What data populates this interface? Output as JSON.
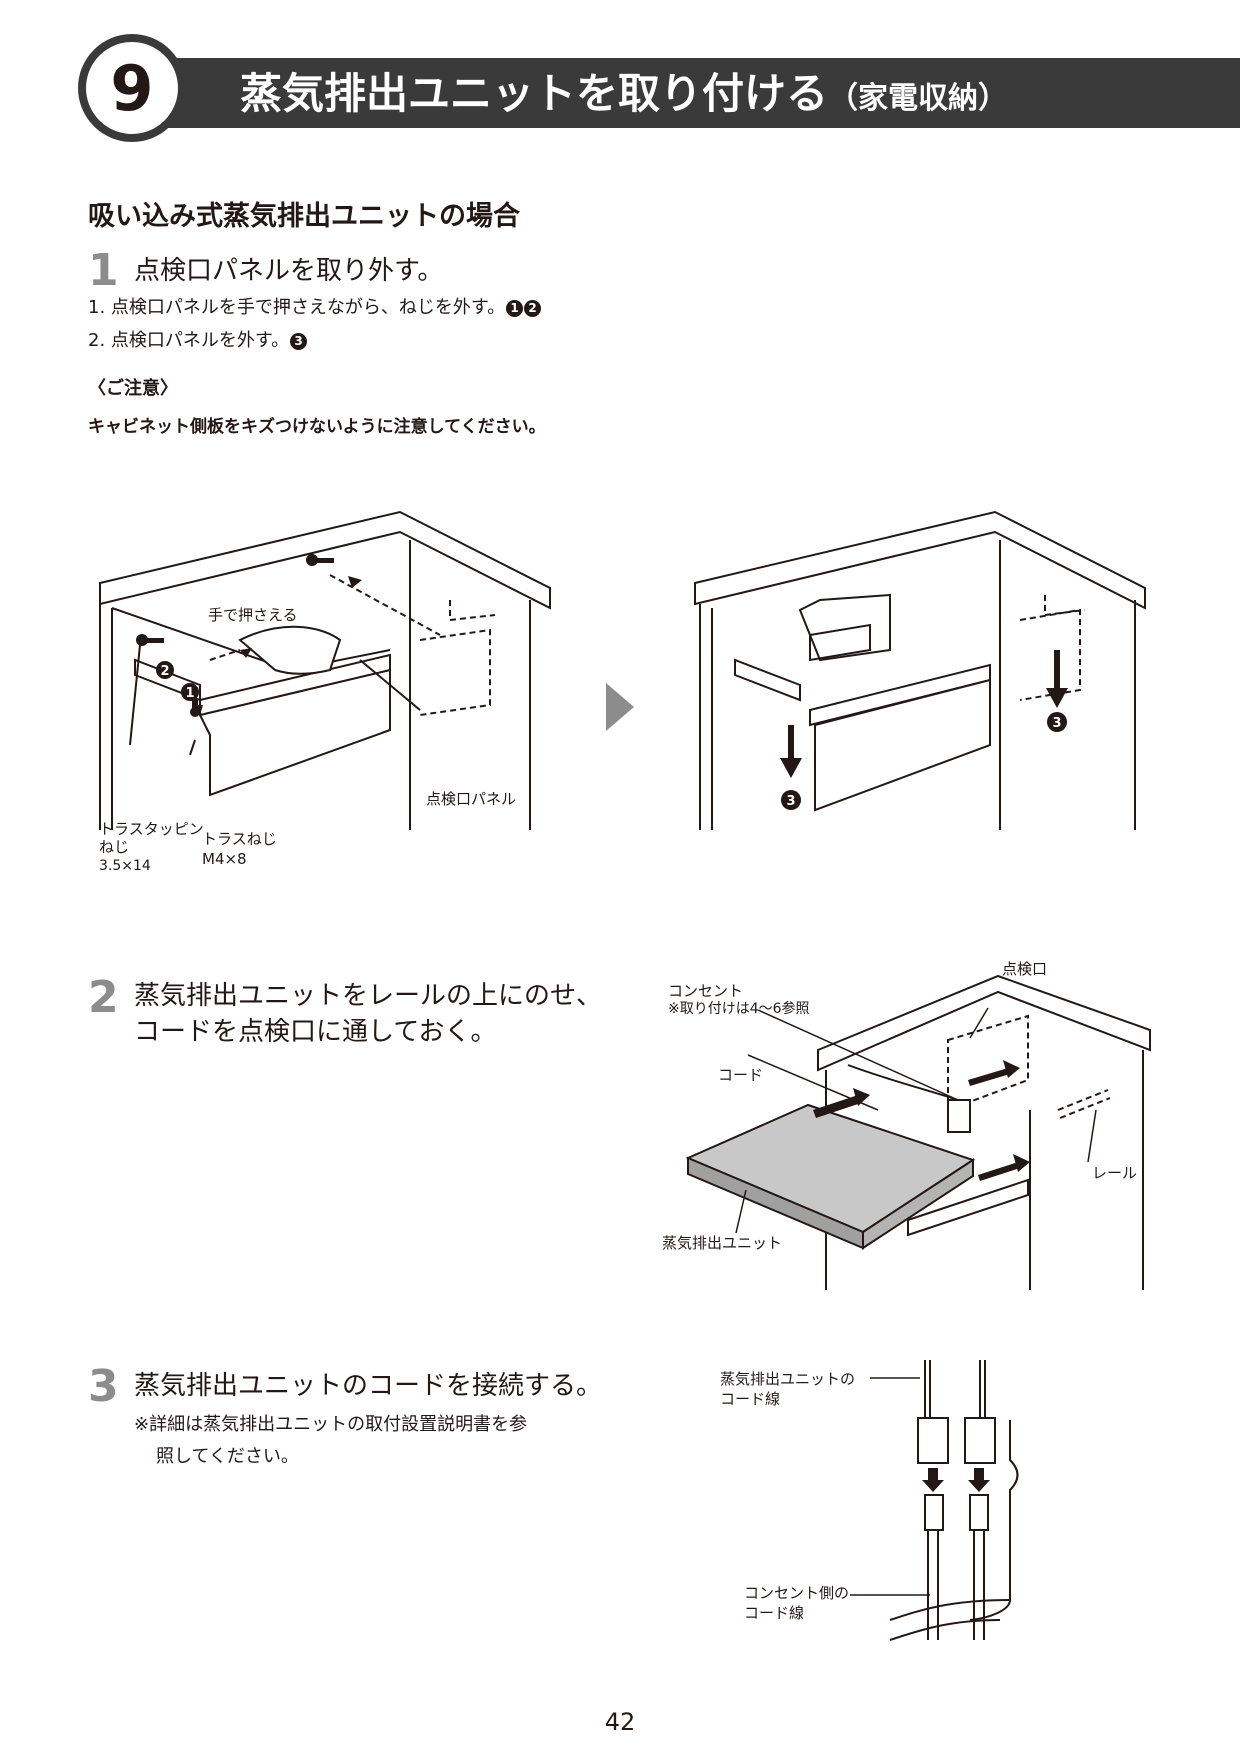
{
  "header": {
    "step_number": "9",
    "title": "蒸気排出ユニットを取り付ける",
    "title_sub": "（家電収納）"
  },
  "section_title": "吸い込み式蒸気排出ユニットの場合",
  "step1": {
    "number": "1",
    "title": "点検口パネルを取り外す。",
    "items": [
      {
        "text": "1. 点検口パネルを手で押さえながら、ねじを外す。",
        "badges": [
          "1",
          "2"
        ]
      },
      {
        "text": "2. 点検口パネルを外す。",
        "badges": [
          "3"
        ]
      }
    ],
    "caution_heading": "〈ご注意〉",
    "caution_text": "キャビネット側板をキズつけないように注意してください。"
  },
  "figure1": {
    "labels": {
      "hand": "手で押さえる",
      "panel": "点検口パネル",
      "tapping_screw_line1": "トラスタッピン",
      "tapping_screw_line2": "ねじ",
      "tapping_screw_size": "3.5×14",
      "truss_screw": "トラスねじ",
      "truss_screw_size": "M4×8"
    },
    "badges": [
      "1",
      "2",
      "3"
    ]
  },
  "step2": {
    "number": "2",
    "title_line1": "蒸気排出ユニットをレールの上にのせ、",
    "title_line2": "コードを点検口に通しておく。"
  },
  "figure2": {
    "labels": {
      "outlet": "コンセント",
      "outlet_note": "※取り付けは4〜6参照",
      "inspection_opening": "点検口",
      "cord": "コード",
      "rail": "レール",
      "unit": "蒸気排出ユニット"
    }
  },
  "step3": {
    "number": "3",
    "title": "蒸気排出ユニットのコードを接続する。",
    "note_line1": "※詳細は蒸気排出ユニットの取付設置説明書を参",
    "note_line2": "照してください。"
  },
  "figure3": {
    "labels": {
      "unit_cord_line1": "蒸気排出ユニットの",
      "unit_cord_line2": "コード線",
      "outlet_cord_line1": "コンセント側の",
      "outlet_cord_line2": "コード線"
    }
  },
  "page_number": "42",
  "colors": {
    "header_bar": "#3a3a3a",
    "step_number_gray": "#8c8c8c",
    "text": "#231815"
  }
}
